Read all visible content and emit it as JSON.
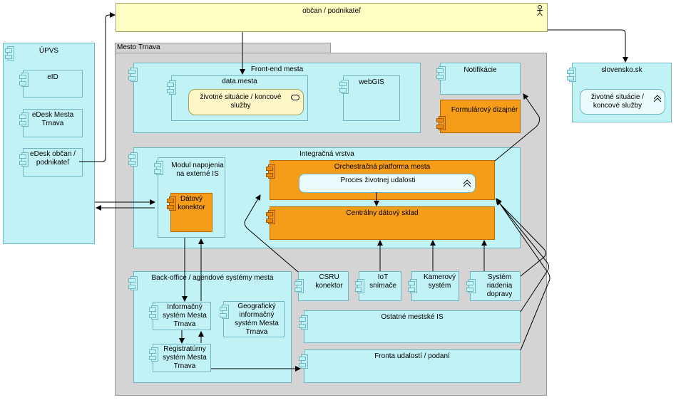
{
  "actor": {
    "label": "občan / podnikateľ"
  },
  "upvs": {
    "title": "ÚPVS",
    "eid": "eID",
    "edesk_mesta": "eDesk Mesta\nTrnava",
    "edesk_obcan": "eDesk občan /\npodnikateľ"
  },
  "mesto": {
    "title": "Mesto Trnava"
  },
  "frontend": {
    "title": "Front-end mesta",
    "data_mesta": "data.mesta",
    "zivotne_situacie": "životné situácie / koncové\nslužby",
    "webgis": "webGIS"
  },
  "notifikacie": "Notifikácie",
  "formularovy": "Formulárový dizajnér",
  "slovensko": {
    "title": "slovensko.sk",
    "service": "životné situácie /\nkoncové služby"
  },
  "integracna": {
    "title": "Integračná vrstva",
    "modul": "Modul napojenia\nna externé IS",
    "datovy_konektor": "Dátový\nkonektor",
    "orchestracna": "Orchestračná platforma mesta",
    "proces": "Proces životnej udalosti",
    "centralny": "Centrálny dátový sklad"
  },
  "backoffice": {
    "title": "Back-office / agendové systémy mesta",
    "ism": "Informačný\nsystém Mesta\nTrnava",
    "gis": "Geografický\ninformačný\nsystém Mesta\nTrnava",
    "registraturny": "Registratúrny\nsystém Mesta\nTrnava"
  },
  "csru": "CSRU\nkonektor",
  "iot": "IoT\nsnímače",
  "kamerovy": "Kamerový\nsystém",
  "doprava": "Systém\nriadenia\ndopravy",
  "ostatne": "Ostatné mestské IS",
  "fronta": "Fronta udalostí / podaní"
}
